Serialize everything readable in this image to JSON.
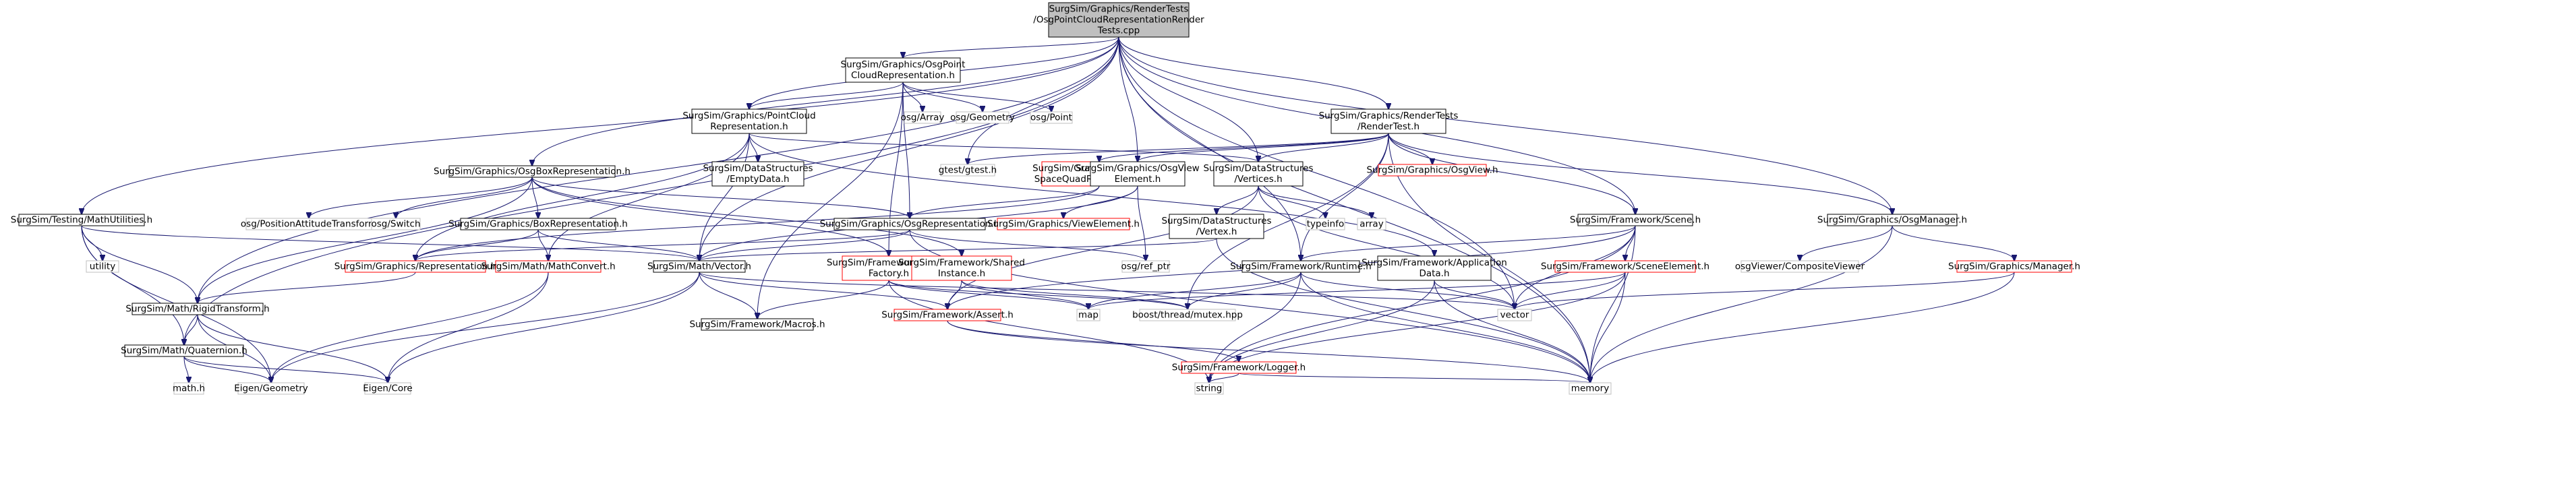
{
  "colors": {
    "edge": "#191970",
    "node_border": "#000000",
    "node_border_missing": "#bfbfbf",
    "node_border_red": "#ff0000",
    "root_fill": "#bfbfbf",
    "node_fill": "#ffffff",
    "text": "#000000"
  },
  "nodes": [
    {
      "id": "root",
      "lines": [
        "SurgSim/Graphics/RenderTests",
        "/OsgPointCloudRepresentationRender",
        "Tests.cpp"
      ],
      "style": "root"
    },
    {
      "id": "pcrep",
      "lines": [
        "SurgSim/Graphics/OsgPoint",
        "CloudRepresentation.h"
      ],
      "style": "black"
    },
    {
      "id": "rendertest",
      "lines": [
        "SurgSim/Graphics/RenderTests",
        "/RenderTest.h"
      ],
      "style": "black"
    },
    {
      "id": "pointcloud",
      "lines": [
        "SurgSim/Graphics/PointCloud",
        "Representation.h"
      ],
      "style": "black"
    },
    {
      "id": "osgarray",
      "lines": [
        "osg/Array"
      ],
      "style": "gray"
    },
    {
      "id": "osggeometry",
      "lines": [
        "osg/Geometry"
      ],
      "style": "gray"
    },
    {
      "id": "osgpoint",
      "lines": [
        "osg/Point"
      ],
      "style": "gray"
    },
    {
      "id": "emptydata",
      "lines": [
        "SurgSim/DataStructures",
        "/EmptyData.h"
      ],
      "style": "black"
    },
    {
      "id": "gtest",
      "lines": [
        "gtest/gtest.h"
      ],
      "style": "gray"
    },
    {
      "id": "screenquad",
      "lines": [
        "SurgSim/Graphics/OsgScreen",
        "SpaceQuadRepresentation.h"
      ],
      "style": "red"
    },
    {
      "id": "osgview",
      "lines": [
        "SurgSim/Graphics/OsgView",
        "Element.h"
      ],
      "style": "black"
    },
    {
      "id": "vertices",
      "lines": [
        "SurgSim/DataStructures",
        "/Vertices.h"
      ],
      "style": "black"
    },
    {
      "id": "osgviewh",
      "lines": [
        "SurgSim/Graphics/OsgView.h"
      ],
      "style": "red"
    },
    {
      "id": "osgboxrep",
      "lines": [
        "SurgSim/Graphics/OsgBoxRepresentation.h"
      ],
      "style": "black"
    },
    {
      "id": "mathutil",
      "lines": [
        "SurgSim/Testing/MathUtilities.h"
      ],
      "style": "black"
    },
    {
      "id": "posatt",
      "lines": [
        "osg/PositionAttitudeTransform"
      ],
      "style": "gray"
    },
    {
      "id": "osgswitch",
      "lines": [
        "osg/Switch"
      ],
      "style": "gray"
    },
    {
      "id": "boxrep",
      "lines": [
        "SurgSim/Graphics/BoxRepresentation.h"
      ],
      "style": "black"
    },
    {
      "id": "osgrep",
      "lines": [
        "SurgSim/Graphics/OsgRepresentation.h"
      ],
      "style": "black"
    },
    {
      "id": "viewelement",
      "lines": [
        "SurgSim/Graphics/ViewElement.h"
      ],
      "style": "red"
    },
    {
      "id": "typeinfo",
      "lines": [
        "typeinfo"
      ],
      "style": "gray"
    },
    {
      "id": "array",
      "lines": [
        "array"
      ],
      "style": "gray"
    },
    {
      "id": "dsvertex",
      "lines": [
        "SurgSim/DataStructures",
        "/Vertex.h"
      ],
      "style": "black"
    },
    {
      "id": "scene",
      "lines": [
        "SurgSim/Framework/Scene.h"
      ],
      "style": "black"
    },
    {
      "id": "osgmanager",
      "lines": [
        "SurgSim/Graphics/OsgManager.h"
      ],
      "style": "black"
    },
    {
      "id": "utility",
      "lines": [
        "utility"
      ],
      "style": "gray"
    },
    {
      "id": "representation",
      "lines": [
        "SurgSim/Graphics/Representation.h"
      ],
      "style": "red"
    },
    {
      "id": "mathconvert",
      "lines": [
        "SurgSim/Math/MathConvert.h"
      ],
      "style": "red"
    },
    {
      "id": "vector_h",
      "lines": [
        "SurgSim/Math/Vector.h"
      ],
      "style": "black"
    },
    {
      "id": "objfactory",
      "lines": [
        "SurgSim/Framework/Object",
        "Factory.h"
      ],
      "style": "red"
    },
    {
      "id": "sharedinst",
      "lines": [
        "SurgSim/Framework/Shared",
        "Instance.h"
      ],
      "style": "red"
    },
    {
      "id": "osgrefptr",
      "lines": [
        "osg/ref_ptr"
      ],
      "style": "gray"
    },
    {
      "id": "runtime",
      "lines": [
        "SurgSim/Framework/Runtime.h"
      ],
      "style": "black"
    },
    {
      "id": "appdata",
      "lines": [
        "SurgSim/Framework/Application",
        "Data.h"
      ],
      "style": "black"
    },
    {
      "id": "sceneelement",
      "lines": [
        "SurgSim/Framework/SceneElement.h"
      ],
      "style": "red"
    },
    {
      "id": "compviewer",
      "lines": [
        "osgViewer/CompositeViewer"
      ],
      "style": "gray"
    },
    {
      "id": "manager",
      "lines": [
        "SurgSim/Graphics/Manager.h"
      ],
      "style": "red"
    },
    {
      "id": "rigid",
      "lines": [
        "SurgSim/Math/RigidTransform.h"
      ],
      "style": "black"
    },
    {
      "id": "macros",
      "lines": [
        "SurgSim/Framework/Macros.h"
      ],
      "style": "black"
    },
    {
      "id": "map",
      "lines": [
        "map"
      ],
      "style": "gray"
    },
    {
      "id": "mutex",
      "lines": [
        "boost/thread/mutex.hpp"
      ],
      "style": "gray"
    },
    {
      "id": "vector",
      "lines": [
        "vector"
      ],
      "style": "gray"
    },
    {
      "id": "assert",
      "lines": [
        "SurgSim/Framework/Assert.h"
      ],
      "style": "red"
    },
    {
      "id": "quaternion",
      "lines": [
        "SurgSim/Math/Quaternion.h"
      ],
      "style": "black"
    },
    {
      "id": "logger",
      "lines": [
        "SurgSim/Framework/Logger.h"
      ],
      "style": "red"
    },
    {
      "id": "mathh",
      "lines": [
        "math.h"
      ],
      "style": "gray"
    },
    {
      "id": "eigengeom",
      "lines": [
        "Eigen/Geometry"
      ],
      "style": "gray"
    },
    {
      "id": "eigencore",
      "lines": [
        "Eigen/Core"
      ],
      "style": "gray"
    },
    {
      "id": "string",
      "lines": [
        "string"
      ],
      "style": "gray"
    },
    {
      "id": "memory",
      "lines": [
        "memory"
      ],
      "style": "gray"
    }
  ],
  "edges": [
    [
      "root",
      "pcrep"
    ],
    [
      "root",
      "pointcloud"
    ],
    [
      "root",
      "rendertest"
    ],
    [
      "root",
      "gtest"
    ],
    [
      "root",
      "osgview"
    ],
    [
      "root",
      "vertices"
    ],
    [
      "root",
      "osgboxrep"
    ],
    [
      "root",
      "mathutil"
    ],
    [
      "root",
      "vector_h"
    ],
    [
      "root",
      "rigid"
    ],
    [
      "root",
      "quaternion"
    ],
    [
      "root",
      "scene"
    ],
    [
      "root",
      "osgmanager"
    ],
    [
      "root",
      "runtime"
    ],
    [
      "root",
      "vector"
    ],
    [
      "root",
      "memory"
    ],
    [
      "pcrep",
      "pointcloud"
    ],
    [
      "pcrep",
      "osgarray"
    ],
    [
      "pcrep",
      "osggeometry"
    ],
    [
      "pcrep",
      "osgpoint"
    ],
    [
      "pcrep",
      "osgrep"
    ],
    [
      "pcrep",
      "objfactory"
    ],
    [
      "pcrep",
      "macros"
    ],
    [
      "pointcloud",
      "emptydata"
    ],
    [
      "pointcloud",
      "vertices"
    ],
    [
      "pointcloud",
      "representation"
    ],
    [
      "pointcloud",
      "vector_h"
    ],
    [
      "pointcloud",
      "mathconvert"
    ],
    [
      "pointcloud",
      "appdata"
    ],
    [
      "rendertest",
      "gtest"
    ],
    [
      "rendertest",
      "screenquad"
    ],
    [
      "rendertest",
      "osgview"
    ],
    [
      "rendertest",
      "osgviewh"
    ],
    [
      "rendertest",
      "vertices"
    ],
    [
      "rendertest",
      "scene"
    ],
    [
      "rendertest",
      "osgmanager"
    ],
    [
      "rendertest",
      "runtime"
    ],
    [
      "rendertest",
      "mutex"
    ],
    [
      "rendertest",
      "memory"
    ],
    [
      "screenquad",
      "osgrep"
    ],
    [
      "screenquad",
      "representation"
    ],
    [
      "osgview",
      "viewelement"
    ],
    [
      "osgview",
      "osgrefptr"
    ],
    [
      "osgview",
      "vector_h"
    ],
    [
      "vertices",
      "typeinfo"
    ],
    [
      "vertices",
      "array"
    ],
    [
      "vertices",
      "dsvertex"
    ],
    [
      "vertices",
      "vector"
    ],
    [
      "vertices",
      "assert"
    ],
    [
      "dsvertex",
      "vector_h"
    ],
    [
      "dsvertex",
      "memory"
    ],
    [
      "osgboxrep",
      "posatt"
    ],
    [
      "osgboxrep",
      "osgswitch"
    ],
    [
      "osgboxrep",
      "boxrep"
    ],
    [
      "osgboxrep",
      "osgrep"
    ],
    [
      "osgboxrep",
      "rigid"
    ],
    [
      "osgboxrep",
      "objfactory"
    ],
    [
      "osgboxrep",
      "sharedinst"
    ],
    [
      "boxrep",
      "representation"
    ],
    [
      "boxrep",
      "vector_h"
    ],
    [
      "boxrep",
      "mathconvert"
    ],
    [
      "osgrep",
      "representation"
    ],
    [
      "osgrep",
      "osgrefptr"
    ],
    [
      "osgrep",
      "vector_h"
    ],
    [
      "osgrep",
      "memory"
    ],
    [
      "mathutil",
      "utility"
    ],
    [
      "mathutil",
      "rigid"
    ],
    [
      "mathutil",
      "vector_h"
    ],
    [
      "mathutil",
      "quaternion"
    ],
    [
      "mathutil",
      "eigengeom"
    ],
    [
      "representation",
      "rigid"
    ],
    [
      "mathconvert",
      "eigencore"
    ],
    [
      "mathconvert",
      "eigengeom"
    ],
    [
      "vector_h",
      "eigencore"
    ],
    [
      "vector_h",
      "eigengeom"
    ],
    [
      "vector_h",
      "vector"
    ],
    [
      "vector_h",
      "macros"
    ],
    [
      "vector_h",
      "assert"
    ],
    [
      "objfactory",
      "map"
    ],
    [
      "objfactory",
      "macros"
    ],
    [
      "objfactory",
      "string"
    ],
    [
      "objfactory",
      "mutex"
    ],
    [
      "sharedinst",
      "assert"
    ],
    [
      "sharedinst",
      "mutex"
    ],
    [
      "sharedinst",
      "map"
    ],
    [
      "scene",
      "runtime"
    ],
    [
      "scene",
      "sceneelement"
    ],
    [
      "scene",
      "vector"
    ],
    [
      "scene",
      "memory"
    ],
    [
      "scene",
      "string"
    ],
    [
      "scene",
      "assert"
    ],
    [
      "runtime",
      "map"
    ],
    [
      "runtime",
      "mutex"
    ],
    [
      "runtime",
      "vector"
    ],
    [
      "runtime",
      "memory"
    ],
    [
      "runtime",
      "string"
    ],
    [
      "appdata",
      "vector"
    ],
    [
      "appdata",
      "string"
    ],
    [
      "appdata",
      "memory"
    ],
    [
      "sceneelement",
      "vector"
    ],
    [
      "sceneelement",
      "memory"
    ],
    [
      "sceneelement",
      "string"
    ],
    [
      "sceneelement",
      "map"
    ],
    [
      "osgmanager",
      "compviewer"
    ],
    [
      "osgmanager",
      "manager"
    ],
    [
      "osgmanager",
      "memory"
    ],
    [
      "manager",
      "vector"
    ],
    [
      "manager",
      "memory"
    ],
    [
      "rigid",
      "quaternion"
    ],
    [
      "rigid",
      "eigengeom"
    ],
    [
      "rigid",
      "eigencore"
    ],
    [
      "quaternion",
      "mathh"
    ],
    [
      "quaternion",
      "eigengeom"
    ],
    [
      "quaternion",
      "eigencore"
    ],
    [
      "assert",
      "logger"
    ],
    [
      "assert",
      "memory"
    ],
    [
      "logger",
      "string"
    ],
    [
      "logger",
      "memory"
    ]
  ]
}
